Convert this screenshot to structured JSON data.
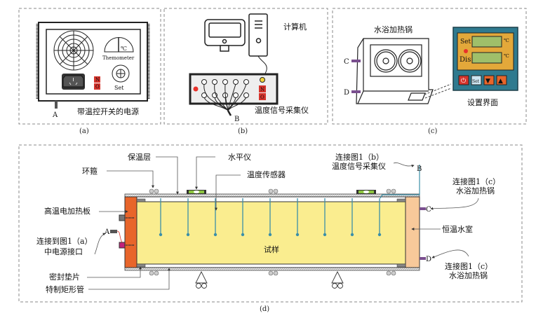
{
  "panel_a": {
    "caption": "(a)",
    "title": "带温控开关的电源",
    "thermometer_label": "Themometer",
    "thermometer_unit": "℃",
    "set_label": "Set",
    "switch_on": "N",
    "switch_off": "O",
    "port_label": "A"
  },
  "panel_b": {
    "caption": "(b)",
    "computer_label": "计算机",
    "logger_label": "温度信号采集仪",
    "switch_on": "N",
    "switch_off": "O",
    "port_label": "B"
  },
  "panel_c": {
    "caption": "(c)",
    "bath_label": "水浴加热锅",
    "panel_label": "设置界面",
    "port_c": "C",
    "port_d": "D",
    "set_label": "Set",
    "dis_label": "Dis",
    "unit": "℃",
    "btn_power": "⏻",
    "btn_set": "Set",
    "btn_down": "▼",
    "btn_up": "▲"
  },
  "panel_d": {
    "caption": "(d)",
    "labels": {
      "insulation": "保温层",
      "hoop": "环箍",
      "level": "水平仪",
      "sensor": "温度传感器",
      "heater": "高温电加热板",
      "connect_a_1": "连接到图1（a）",
      "connect_a_2": "中电源接口",
      "gasket": "密封垫片",
      "tube": "特制矩形管",
      "sample": "试样",
      "connect_b_1": "连接图1（b）",
      "connect_b_2": "温度信号采集仪",
      "connect_c_1": "连接图1（c）",
      "connect_c_2": "水浴加热锅",
      "chamber": "恒温水室",
      "connect_d_1": "连接图1（c）",
      "connect_d_2": "水浴加热锅",
      "port_a": "A",
      "port_b": "B",
      "port_c": "C",
      "port_d": "D"
    },
    "sensor_count": 9
  },
  "colors": {
    "sample": "#faed8f",
    "heater": "#e8652a",
    "chamber": "#f8c99a",
    "sensor": "#3b8fa8",
    "port": "#7a4f8f",
    "controller": "#2f7a8f",
    "controller_display": "#e3a83a",
    "lcd": "#9fbf6a",
    "switch": "#d6342c",
    "level": "#8cc63f"
  }
}
